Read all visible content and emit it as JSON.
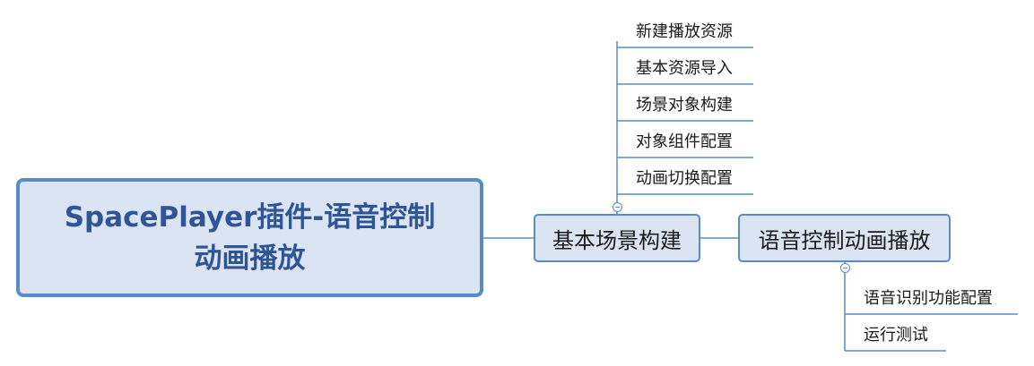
{
  "mindmap": {
    "root": {
      "label_line1": "SpacePlayer插件-语音控制",
      "label_line2": "动画播放"
    },
    "branch_basic": {
      "label": "基本场景构建",
      "children": [
        "新建播放资源",
        "基本资源导入",
        "场景对象构建",
        "对象组件配置",
        "动画切换配置"
      ]
    },
    "branch_voice": {
      "label": "语音控制动画播放",
      "children": [
        "语音识别功能配置",
        "运行测试"
      ]
    }
  },
  "colors": {
    "accent": "#5b8ac8",
    "node_fill": "#dbe4f3",
    "root_text": "#2f5597"
  },
  "icons": {
    "collapse": "collapse-minus-icon"
  }
}
